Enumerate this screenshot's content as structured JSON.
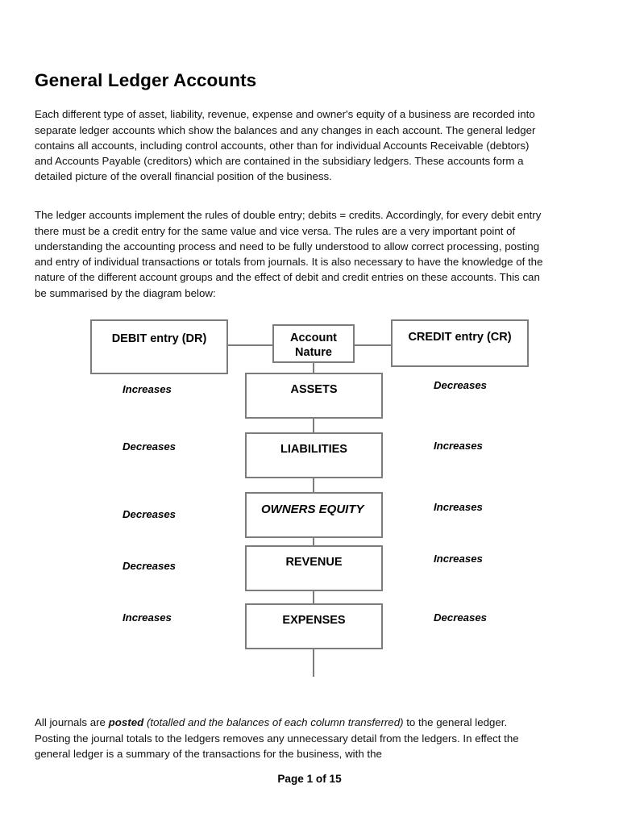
{
  "document": {
    "title": "General Ledger Accounts",
    "paragraphs": {
      "intro": "Each different type of asset, liability, revenue, expense and owner's equity of a business are recorded into separate ledger accounts which show the balances and any changes in each account. The general ledger contains all accounts, including control accounts, other than for individual Accounts Receivable (debtors) and Accounts Payable (creditors) which are contained in the subsidiary ledgers. These accounts form a detailed picture of the overall financial position of the business.",
      "rules": "The ledger accounts implement the rules of double entry; debits = credits.  Accordingly, for every debit entry there must be a credit entry for the same value and vice versa. The rules are a very important point of understanding the accounting process and need to be fully understood to allow correct processing, posting and entry of individual transactions or totals from journals. It is also necessary to have the knowledge of the nature of the different account groups and the effect of  debit and credit entries on these accounts. This can be summarised by the diagram below:",
      "posting": {
        "part1": "All journals are ",
        "bold_italic": "posted",
        "italic": " (totalled and the balances of each column transferred)",
        "part2": " to the general ledger. Posting the journal totals to the ledgers removes any unnecessary detail from the ledgers. In effect the general ledger is a summary of the transactions for the business, with the"
      }
    },
    "footer": "Page 1 of 15"
  },
  "diagram": {
    "debit_header": "DEBIT entry (DR)",
    "credit_header": "CREDIT entry (CR)",
    "nature_line1": "Account",
    "nature_line2": "Nature",
    "accounts": [
      {
        "name": "ASSETS",
        "debit_effect": "Increases",
        "credit_effect": "Decreases"
      },
      {
        "name": "LIABILITIES",
        "debit_effect": "Decreases",
        "credit_effect": "Increases"
      },
      {
        "name": "OWNERS EQUITY",
        "debit_effect": "Decreases",
        "credit_effect": "Increases"
      },
      {
        "name": "REVENUE",
        "debit_effect": "Decreases",
        "credit_effect": "Increases"
      },
      {
        "name": "EXPENSES",
        "debit_effect": "Increases",
        "credit_effect": "Decreases"
      }
    ],
    "border_color": "#7c7c7c"
  }
}
